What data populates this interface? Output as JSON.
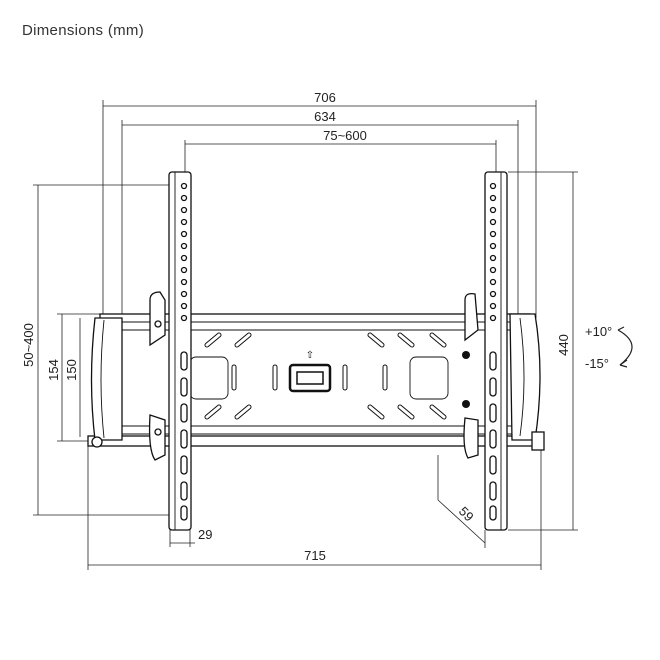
{
  "title": "Dimensions (mm)",
  "dimensions": {
    "overall_width_rail": "706",
    "inner_width": "634",
    "vesa_horizontal": "75~600",
    "height": "440",
    "vesa_vertical": "50~400",
    "plate_height_outer": "154",
    "plate_height_inner": "150",
    "total_width": "715",
    "wall_depth": "29",
    "tilt_depth": "59"
  },
  "tilt": {
    "up": "+10°",
    "down": "-15°"
  }
}
